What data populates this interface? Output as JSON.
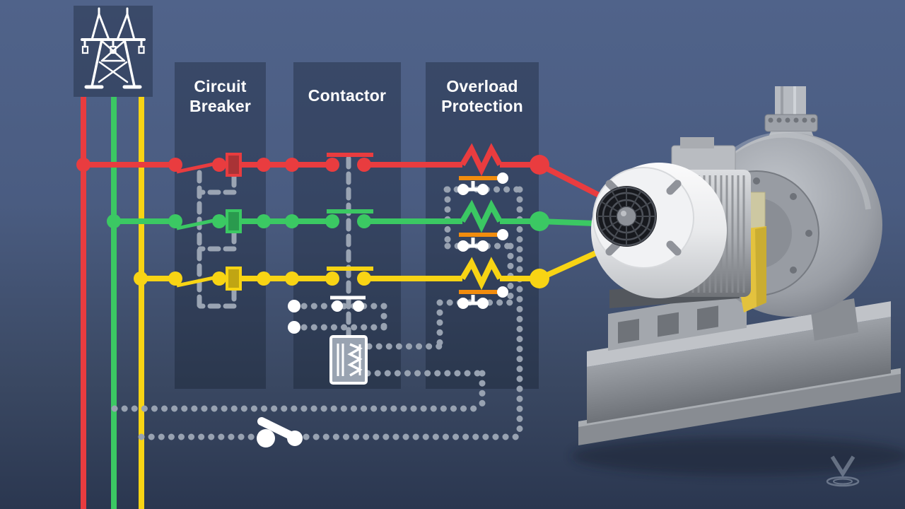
{
  "title": "Three-phase motor starter diagram with motor and pump",
  "panels": [
    {
      "id": "circuit-breaker",
      "label": "Circuit Breaker"
    },
    {
      "id": "contactor",
      "label": "Contactor"
    },
    {
      "id": "overload-protection",
      "label": "Overload Protection"
    }
  ],
  "icons": {
    "source": "transmission-tower-icon",
    "coil": "contactor-coil-icon",
    "switch": "start-stop-switch-icon",
    "motor": "electric-motor-3d",
    "pump": "centrifugal-pump-3d",
    "logo": "ripple-v-logo"
  },
  "colors": {
    "phase-l1": "#e93c3f",
    "phase-l2": "#3bc863",
    "phase-l3": "#f8d414",
    "phase-l1-dark": "#a93336",
    "phase-l2-dark": "#2a9a4e",
    "phase-l3-dark": "#c0a513",
    "control-dot": "#98a2b1",
    "mech-dash": "#9aa4b3",
    "overload-bar": "#f18c0e",
    "pure-white": "#ffffff",
    "coil-fill": "#99a3b1",
    "logo": "#a5b0c0"
  }
}
